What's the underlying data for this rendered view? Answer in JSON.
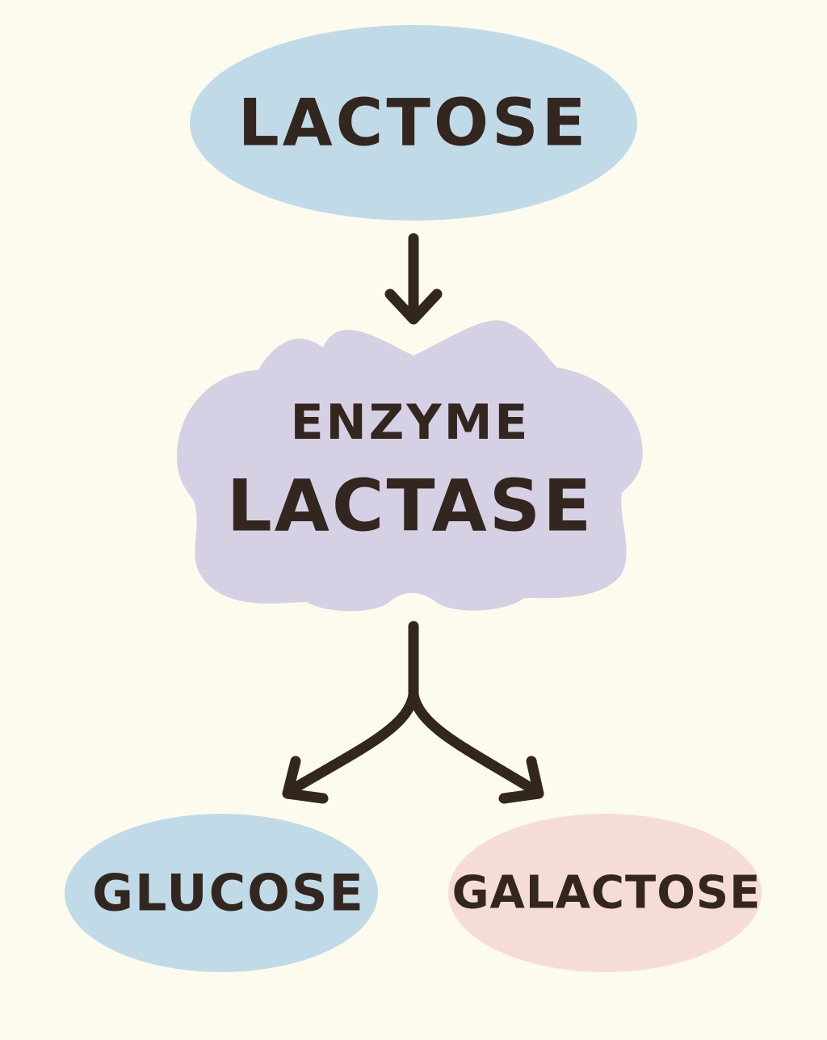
{
  "diagram": {
    "substrate": {
      "label": "LACTOSE",
      "color": "#c0dbe7"
    },
    "enzyme": {
      "line1": "ENZYME",
      "line2": "LACTASE",
      "color": "#d5d0e4"
    },
    "products": [
      {
        "label": "GLUCOSE",
        "color": "#c0dbe7"
      },
      {
        "label": "GALACTOSE",
        "color": "#f6dcd8"
      }
    ],
    "background": "#fdfbee",
    "ink_color": "#33261f"
  }
}
